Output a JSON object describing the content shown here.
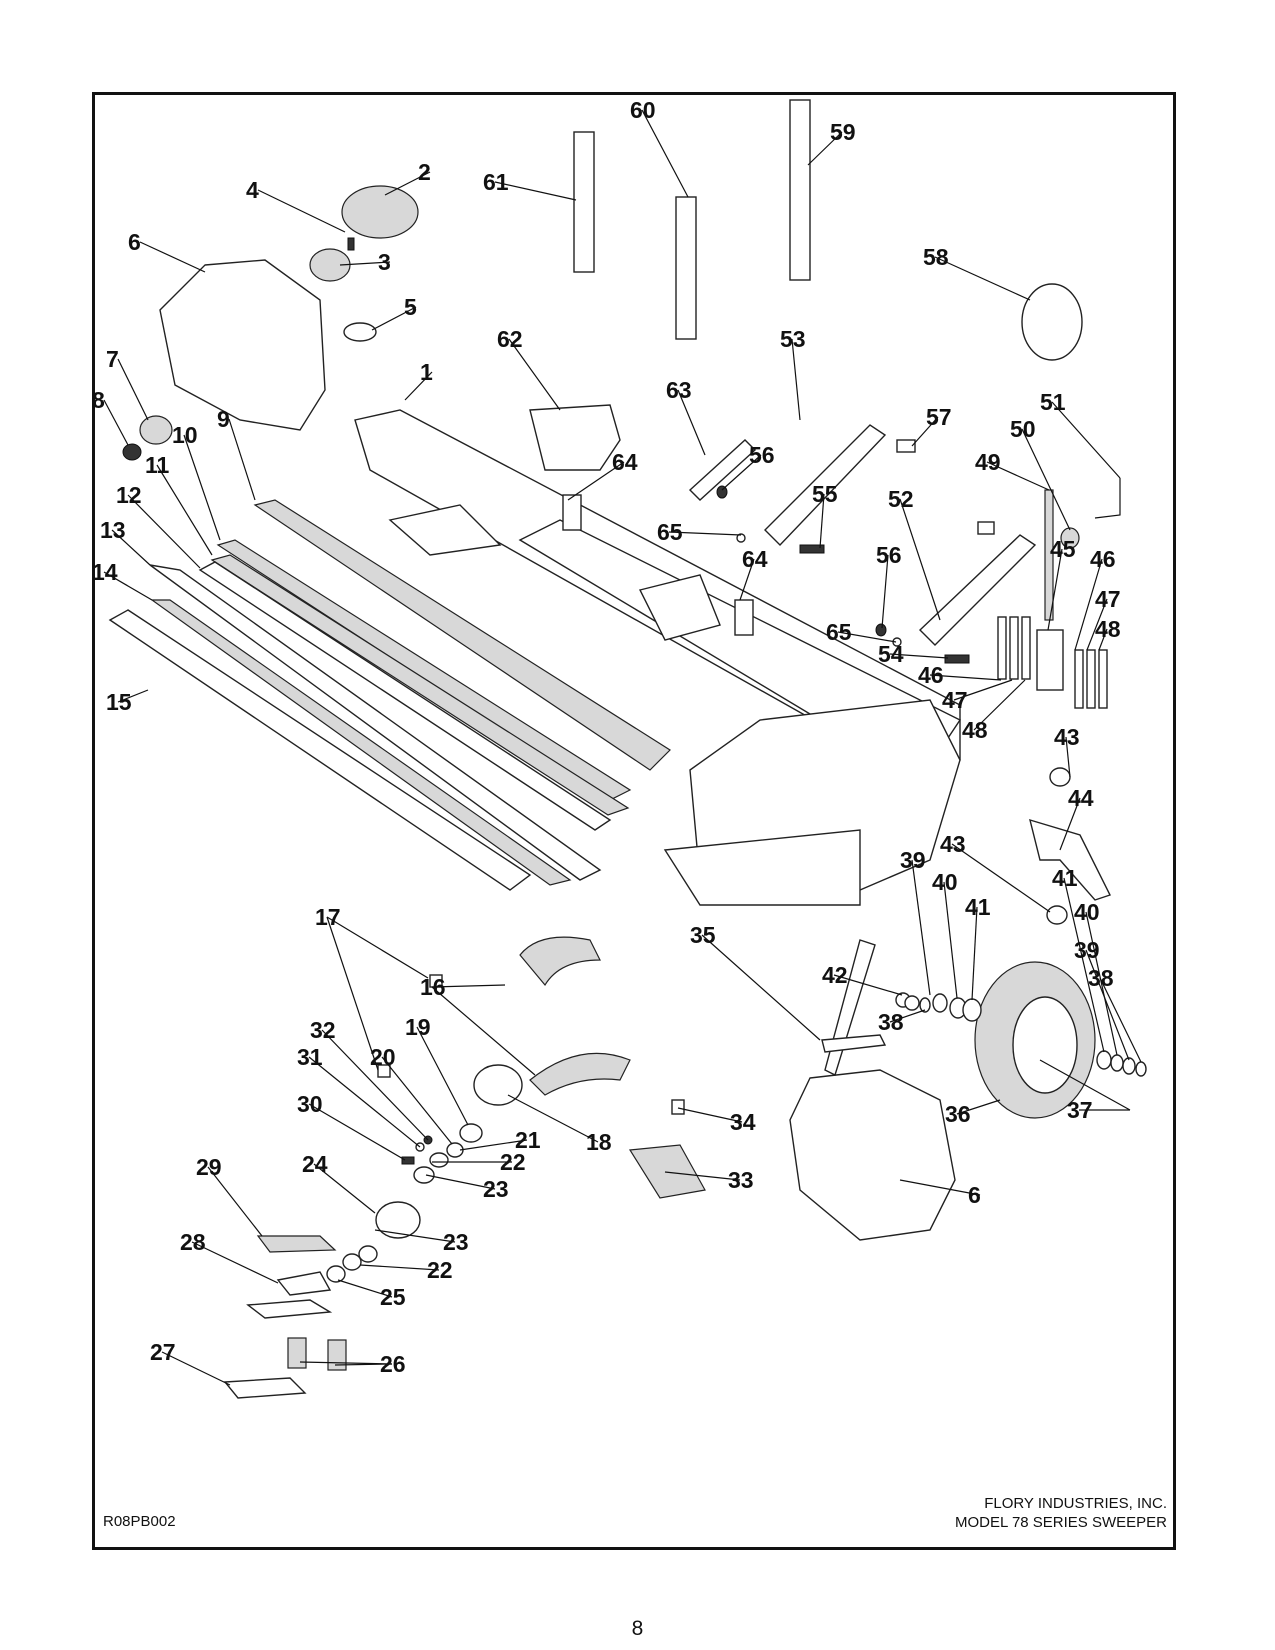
{
  "diagram": {
    "drawing_code": "R08PB002",
    "company_line1": "FLORY INDUSTRIES, INC.",
    "company_line2": "MODEL 78 SERIES SWEEPER",
    "page_number": "8",
    "callouts": [
      "1",
      "2",
      "3",
      "4",
      "5",
      "6",
      "7",
      "8",
      "9",
      "10",
      "11",
      "12",
      "13",
      "14",
      "15",
      "16",
      "17",
      "18",
      "19",
      "20",
      "21",
      "22",
      "23",
      "24",
      "25",
      "26",
      "27",
      "28",
      "29",
      "30",
      "31",
      "32",
      "33",
      "34",
      "35",
      "36",
      "37",
      "38",
      "39",
      "40",
      "41",
      "42",
      "43",
      "44",
      "45",
      "46",
      "47",
      "48",
      "49",
      "50",
      "51",
      "52",
      "53",
      "54",
      "55",
      "56",
      "57",
      "58",
      "59",
      "60",
      "61",
      "62",
      "63",
      "64",
      "65"
    ]
  }
}
